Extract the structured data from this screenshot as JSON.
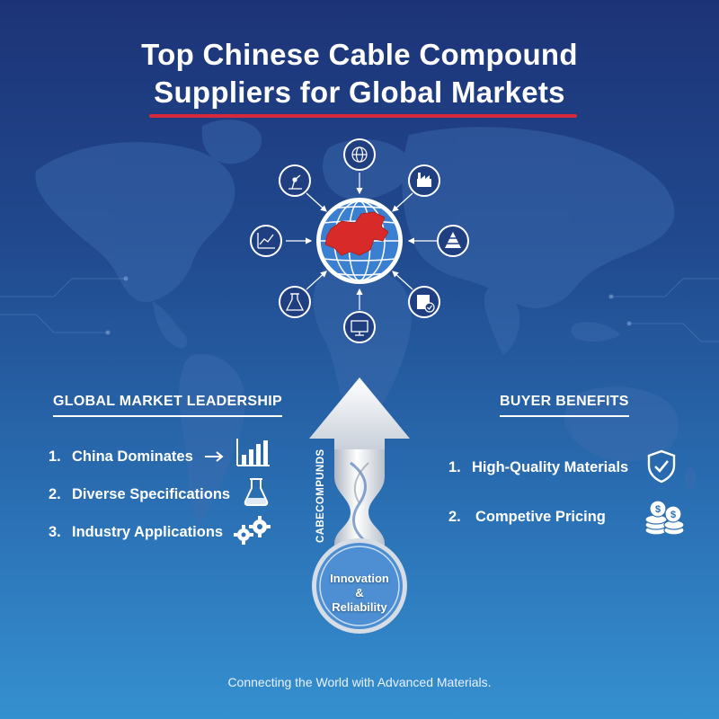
{
  "title": {
    "line1": "Top Chinese Cable Compound",
    "line2": "Suppliers for Global Markets"
  },
  "colors": {
    "accent_red": "#d8283c",
    "china_red": "#d92a2a",
    "globe_blue": "#3a7fd0",
    "text": "#ffffff"
  },
  "hub_icons": [
    "globe-icon",
    "factory-icon",
    "pyramid-chart-icon",
    "document-check-icon",
    "monitor-icon",
    "flask-icon",
    "line-chart-icon",
    "robot-arm-icon"
  ],
  "left_section": {
    "heading": "GLOBAL MARKET LEADERSHIP",
    "items": [
      {
        "num": "1.",
        "label": "China Dominates",
        "icon": "bar-chart-icon"
      },
      {
        "num": "2.",
        "label": "Diverse Specifications",
        "icon": "flask-icon"
      },
      {
        "num": "3.",
        "label": "Industry Applications",
        "icon": "gears-icon"
      }
    ]
  },
  "right_section": {
    "heading": "BUYER BENEFITS",
    "items": [
      {
        "num": "1.",
        "label": "High-Quality Materials",
        "icon": "shield-check-icon"
      },
      {
        "num": "2.",
        "label": "Competive Pricing",
        "icon": "coins-icon"
      }
    ]
  },
  "center": {
    "vertical_text": "CABECOMPUNDS",
    "circle_line1": "Innovation",
    "circle_line2": "&",
    "circle_line3": "Reliability"
  },
  "footer": "Connecting the World with Advanced Materials."
}
